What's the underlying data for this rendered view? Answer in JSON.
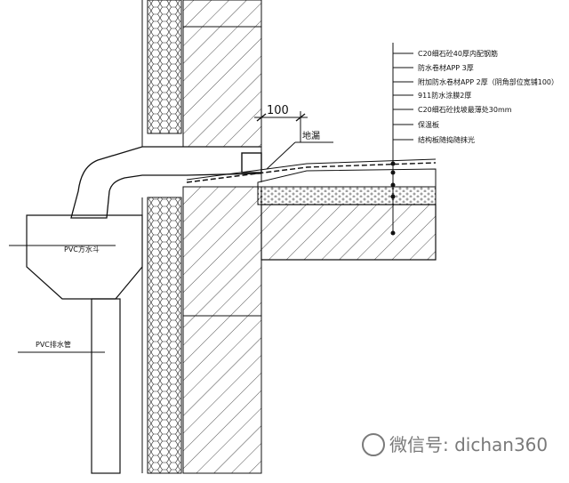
{
  "dimension": "100",
  "drain_label": "地漏",
  "layer_labels": [
    "C20细石砼40厚内配钢筋",
    "防水卷材APP 3厚",
    "附加防水卷材APP 2厚（阴角部位宽铺100）",
    "911防水涂膜2厚",
    "C20细石砼找坡最薄处30mm",
    "保温板",
    "结构板随捣随抹光"
  ],
  "pvc_box_label": "PVC方水斗",
  "pvc_pipe_label": "PVC排水管",
  "watermark": "微信号: dichan360"
}
